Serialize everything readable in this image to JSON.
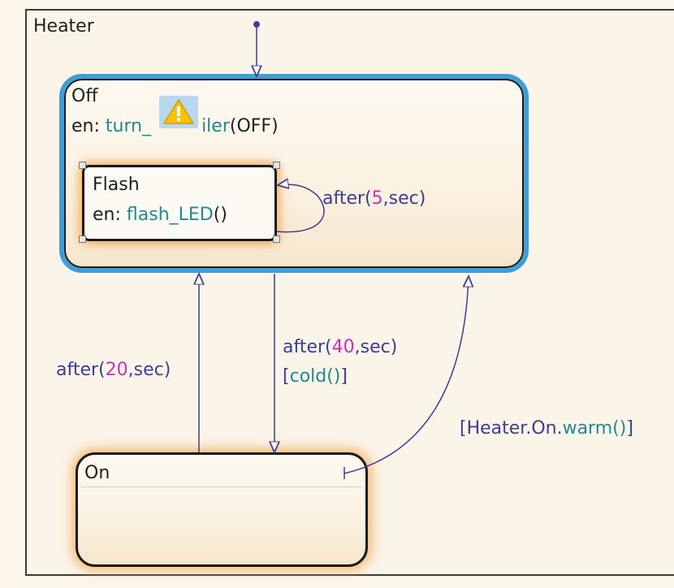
{
  "chart": {
    "parent_state": {
      "name": "Heater"
    },
    "states": {
      "off": {
        "name": "Off",
        "entry_prefix": "en: ",
        "entry_action_part1": "turn_",
        "entry_action_part2": "iler",
        "entry_args": "(OFF)"
      },
      "flash": {
        "name": "Flash",
        "entry_prefix": "en: ",
        "entry_action": "flash_LED",
        "entry_args": "()"
      },
      "on": {
        "name": "On"
      }
    },
    "transitions": {
      "flash_self": {
        "fn": "after(",
        "num": "5",
        "tail": ",sec)"
      },
      "on_to_off": {
        "fn": "after(",
        "num": "20",
        "tail": ",sec)"
      },
      "off_to_on": {
        "fn": "after(",
        "num": "40",
        "tail": ",sec)",
        "cond_open": "[",
        "cond_fn": "cold()",
        "cond_close": "]"
      },
      "on_to_off_warm": {
        "prefix": "[Heater.On.",
        "fn": "warm()",
        "suffix": "]"
      }
    }
  },
  "colors": {
    "selected_border": "#3d9fd6",
    "state_glow": "#f3ac5a",
    "transition_line": "#3a3f95",
    "function_text": "#1f8a8f",
    "number_text": "#c832b8",
    "warning_badge": "#f5c400"
  },
  "icons": {
    "warning": "warning-icon"
  }
}
